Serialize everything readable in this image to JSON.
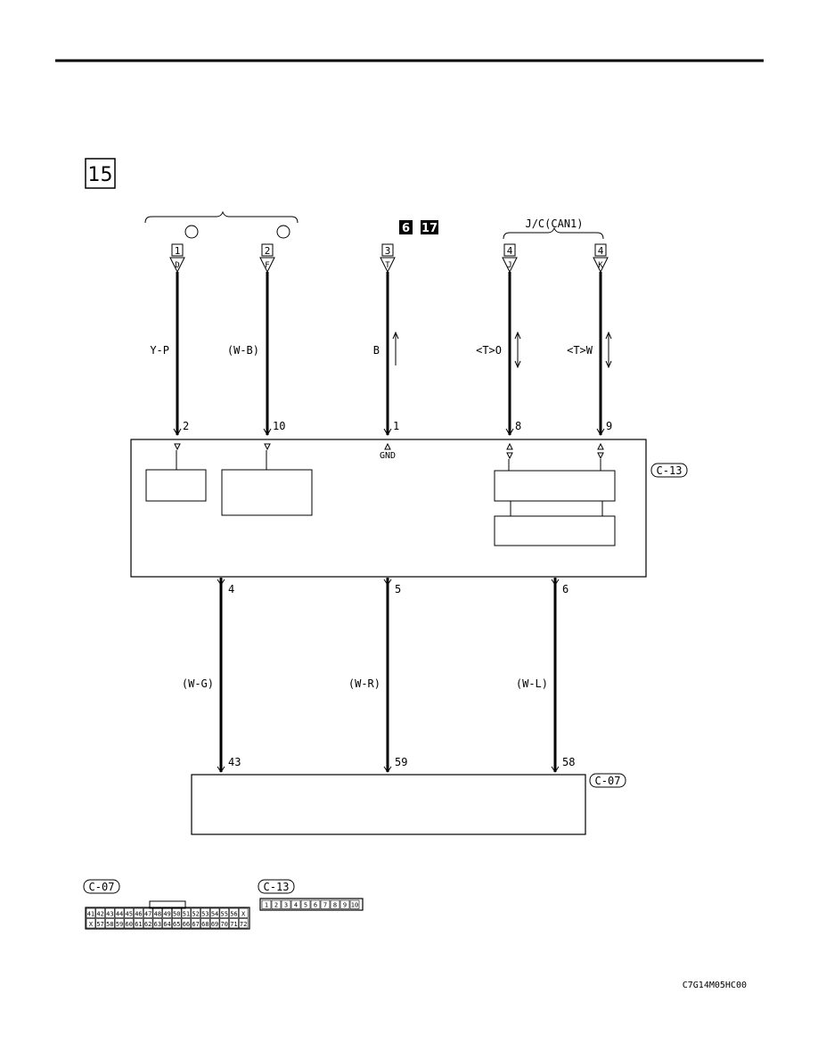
{
  "page_number": "15",
  "shared_icons": [
    "6",
    "17"
  ],
  "jc_label": "J/C(CAN1)",
  "top_connectors": [
    {
      "num": "1",
      "letter": "D",
      "wire": "Y-P",
      "pin": "2",
      "arrow": "down"
    },
    {
      "num": "2",
      "letter": "F",
      "wire": "(W-B)",
      "pin": "10",
      "arrow": "down"
    },
    {
      "num": "3",
      "letter": "T",
      "wire": "B",
      "pin": "1",
      "arrow": "up"
    },
    {
      "num": "4",
      "letter": "J",
      "wire": "<T>O",
      "pin": "8",
      "arrow": "both"
    },
    {
      "num": "4",
      "letter": "K",
      "wire": "<T>W",
      "pin": "9",
      "arrow": "both"
    }
  ],
  "gnd_label": "GND",
  "c13_label": "C-13",
  "c07_label": "C-07",
  "bottom_wires": [
    {
      "top_pin": "4",
      "wire": "(W-G)",
      "bottom_pin": "43"
    },
    {
      "top_pin": "5",
      "wire": "(W-R)",
      "bottom_pin": "59"
    },
    {
      "top_pin": "6",
      "wire": "(W-L)",
      "bottom_pin": "58"
    }
  ],
  "c07_pins_row1": [
    "41",
    "42",
    "43",
    "44",
    "45",
    "46",
    "47",
    "48",
    "49",
    "50",
    "51",
    "52",
    "53",
    "54",
    "55",
    "56",
    "X"
  ],
  "c07_pins_row2": [
    "X",
    "57",
    "58",
    "59",
    "60",
    "61",
    "62",
    "63",
    "64",
    "65",
    "66",
    "67",
    "68",
    "69",
    "70",
    "71",
    "72"
  ],
  "c13_pins": [
    "1",
    "2",
    "3",
    "4",
    "5",
    "6",
    "7",
    "8",
    "9",
    "10"
  ],
  "figure_code": "C7G14M05HC00"
}
